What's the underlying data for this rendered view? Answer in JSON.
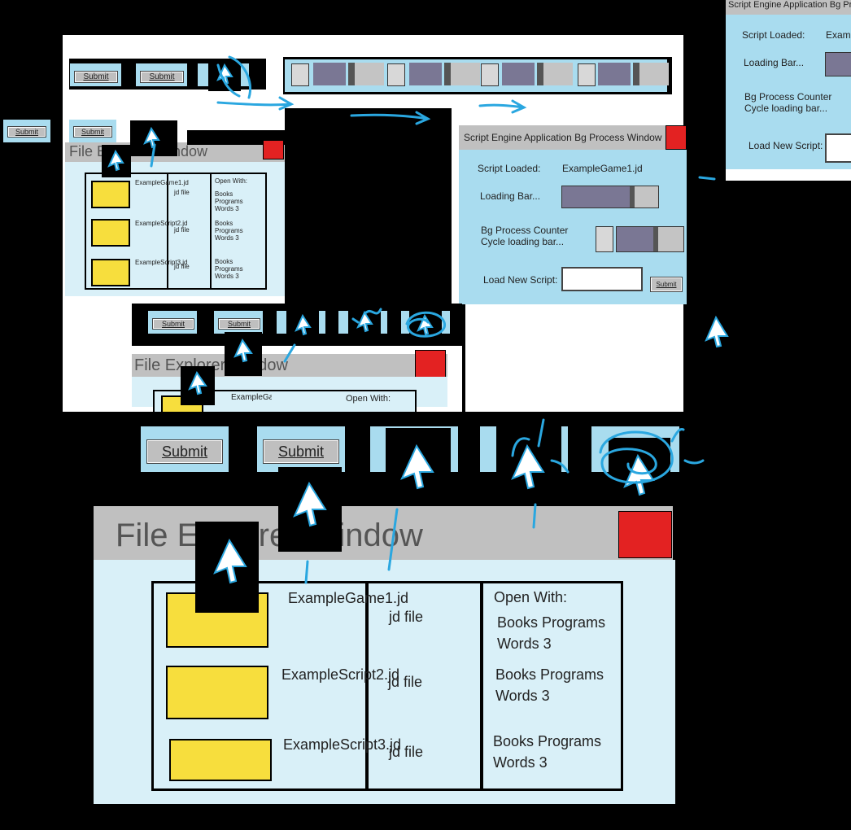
{
  "submit_label": "Submit",
  "file_explorer": {
    "title": "File Explorer Window",
    "files": [
      {
        "name": "ExampleGame1.jd",
        "type": "jd file",
        "open_with_label": "Open With:",
        "program": "Books Programs Words 3"
      },
      {
        "name": "ExampleScript2.jd",
        "type": "jd file",
        "program": "Books Programs Words 3"
      },
      {
        "name": "ExampleScript3.jd",
        "type": "jd file",
        "program": "Books Programs Words 3"
      }
    ]
  },
  "bg_window": {
    "title": "Script Engine Application Bg Process Window",
    "script_loaded_label": "Script Loaded:",
    "script_loaded_value": "ExampleGame1.jd",
    "loading_bar_label": "Loading Bar...",
    "loading_bar_progress": 0.7,
    "counter_label": "Bg Process Counter Cycle loading bar...",
    "counter_progress": 0.55,
    "load_new_label": "Load New Script:",
    "load_new_value": "",
    "submit_label": "Submit"
  },
  "colors": {
    "panel": "#a9dcef",
    "light": "#d9f0f8",
    "bar": "#7a7794",
    "title": "#c0c0c0",
    "close": "#e32222",
    "folder": "#f7de3d",
    "stroke": "#2aa7e0"
  }
}
